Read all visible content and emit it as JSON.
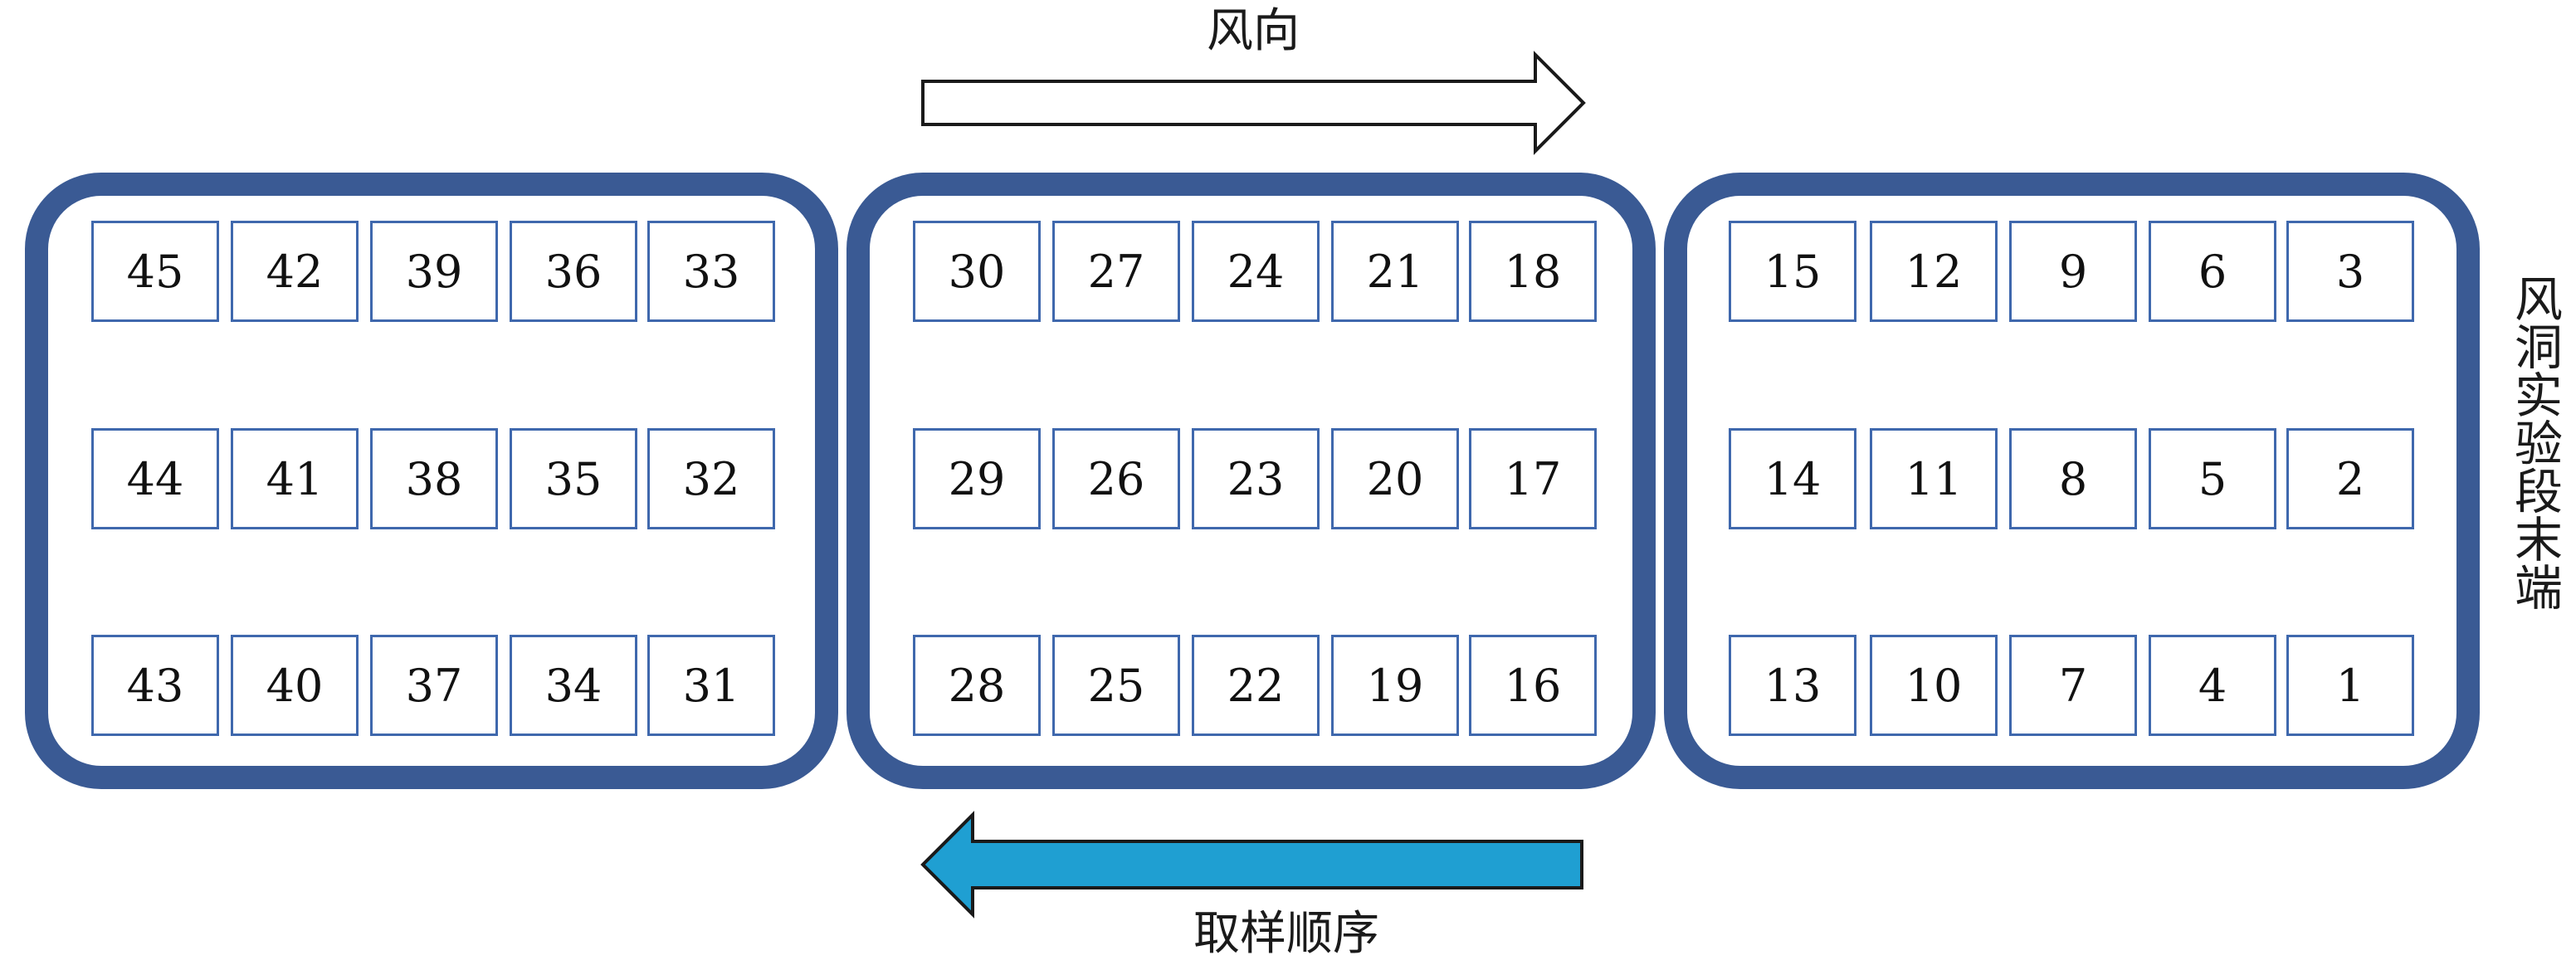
{
  "labels": {
    "wind_direction": "风向",
    "sampling_order": "取样顺序",
    "tunnel_end": "风洞实验段末端"
  },
  "sections": [
    {
      "id": "left",
      "rows": [
        [
          "45",
          "42",
          "39",
          "36",
          "33"
        ],
        [
          "44",
          "41",
          "38",
          "35",
          "32"
        ],
        [
          "43",
          "40",
          "37",
          "34",
          "31"
        ]
      ]
    },
    {
      "id": "middle",
      "rows": [
        [
          "30",
          "27",
          "24",
          "21",
          "18"
        ],
        [
          "29",
          "26",
          "23",
          "20",
          "17"
        ],
        [
          "28",
          "25",
          "22",
          "19",
          "16"
        ]
      ]
    },
    {
      "id": "right",
      "rows": [
        [
          "15",
          "12",
          "9",
          "6",
          "3"
        ],
        [
          "14",
          "11",
          "8",
          "5",
          "2"
        ],
        [
          "13",
          "10",
          "7",
          "4",
          "1"
        ]
      ]
    }
  ],
  "colors": {
    "section_border": "#3a5a94",
    "cell_border": "#3f68ad",
    "sampling_arrow_fill": "#1f9fd2",
    "wind_arrow_fill": "#ffffff"
  }
}
